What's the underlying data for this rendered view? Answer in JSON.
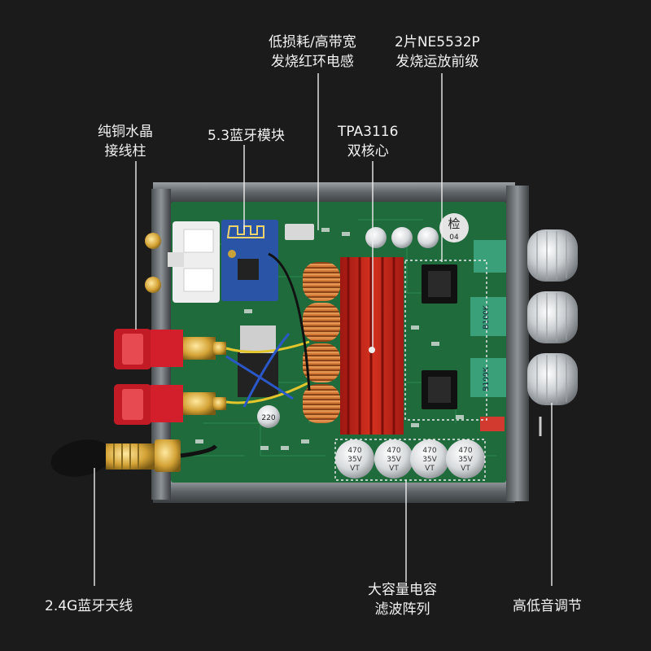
{
  "callouts": {
    "terminals": {
      "line1": "纯铜水晶",
      "line2": "接线柱"
    },
    "bluetooth_module": {
      "line1": "5.3蓝牙模块"
    },
    "inductor": {
      "line1": "低损耗/高带宽",
      "line2": "发烧红环电感"
    },
    "amp_chip": {
      "line1": "TPA3116",
      "line2": "双核心"
    },
    "opamp": {
      "line1": "2片NE5532P",
      "line2": "发烧运放前级"
    },
    "antenna": {
      "line1": "2.4G蓝牙天线"
    },
    "capacitors": {
      "line1": "大容量电容",
      "line2": "滤波阵列"
    },
    "tone_knobs": {
      "line1": "高低音调节"
    }
  },
  "board_markings": {
    "cap_text": [
      "470",
      "35V",
      "VT"
    ],
    "inspection_stamp": {
      "char": "检",
      "num": "04"
    },
    "pot_labels": [
      "B100K",
      "B100K"
    ],
    "small_cap": "220"
  },
  "colors": {
    "background": "#1b1b1c",
    "pcb": "#1f6b3c",
    "heatsink": "#c8231d",
    "copper": "#b8652a",
    "text": "#f2f2f2"
  }
}
